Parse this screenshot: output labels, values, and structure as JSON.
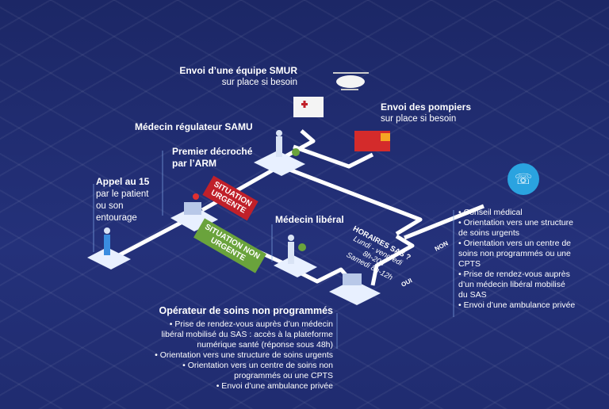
{
  "smur": {
    "title": "Envoi d’une équipe SMUR",
    "sub": "sur place si besoin"
  },
  "pompiers": {
    "title": "Envoi des pompiers",
    "sub": "sur place si besoin"
  },
  "regulateur": {
    "title": "Médecin régulateur SAMU"
  },
  "arm": {
    "title": "Premier décroché",
    "sub": "par l’ARM"
  },
  "appel": {
    "title": "Appel au 15",
    "lines": [
      "par le patient",
      "ou son",
      "entourage"
    ]
  },
  "tags": {
    "urgente": [
      "SITUATION",
      "URGENTE"
    ],
    "non_urgente": [
      "SITUATION NON",
      "URGENTE"
    ]
  },
  "liberal": {
    "title": "Médecin libéral"
  },
  "horaires": {
    "title": "HORAIRES SAS ?",
    "lines": [
      "Lundi - vendredi",
      "8h-20h",
      "Samedi 8h-12h"
    ]
  },
  "branches": {
    "non": "NON",
    "oui": "OUI"
  },
  "operateur": {
    "title": "Opérateur de soins non programmés",
    "items": [
      "• Prise de rendez-vous auprès d’un médecin",
      "libéral mobilisé du SAS : accès à la plateforme",
      "numérique santé (réponse sous 48h)",
      "• Orientation vers une structure de soins urgents",
      "• Orientation vers un centre de soins non",
      "programmés ou une CPTS",
      "• Envoi d’une ambulance privée"
    ]
  },
  "conseil": {
    "items": [
      "• Conseil médical",
      "• Orientation vers une structure",
      "de soins urgents",
      "• Orientation vers un centre de",
      "soins non programmés ou une",
      "CPTS",
      "• Prise de rendez-vous auprès",
      "d’un médecin libéral mobilisé",
      "du SAS",
      "• Envoi d’une ambulance privée"
    ]
  },
  "colors": {
    "bg": "#1f2b6c",
    "red": "#c0202a",
    "green": "#6aa33c",
    "icon": "#2aa3e0"
  }
}
